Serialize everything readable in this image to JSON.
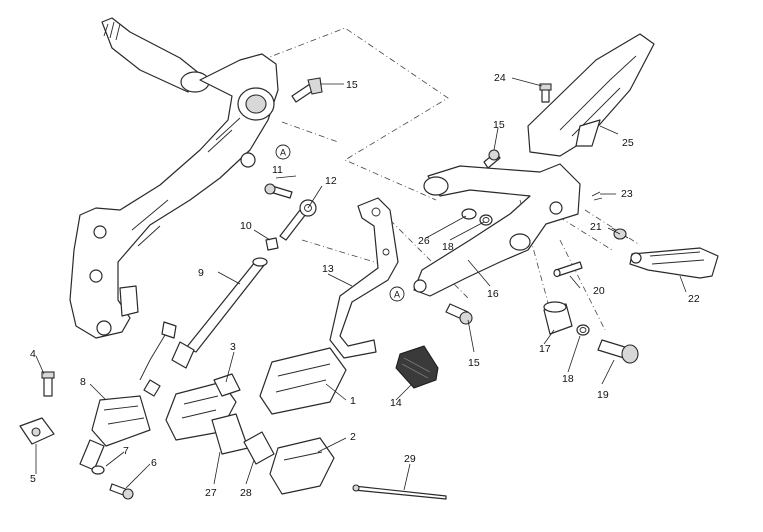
{
  "callouts": {
    "c1": "1",
    "c2": "2",
    "c3": "3",
    "c4": "4",
    "c5": "5",
    "c6": "6",
    "c7": "7",
    "c8": "8",
    "c9": "9",
    "c10": "10",
    "c11": "11",
    "c12": "12",
    "c13": "13",
    "c14": "14",
    "c15a": "15",
    "c15b": "15",
    "c15c": "15",
    "c16": "16",
    "c17": "17",
    "c18a": "18",
    "c18b": "18",
    "c19": "19",
    "c20": "20",
    "c21": "21",
    "c22": "22",
    "c23": "23",
    "c24": "24",
    "c25": "25",
    "c26": "26",
    "c27": "27",
    "c28": "28",
    "c29": "29"
  },
  "reference_marks": {
    "a1": "A",
    "a2": "A"
  }
}
